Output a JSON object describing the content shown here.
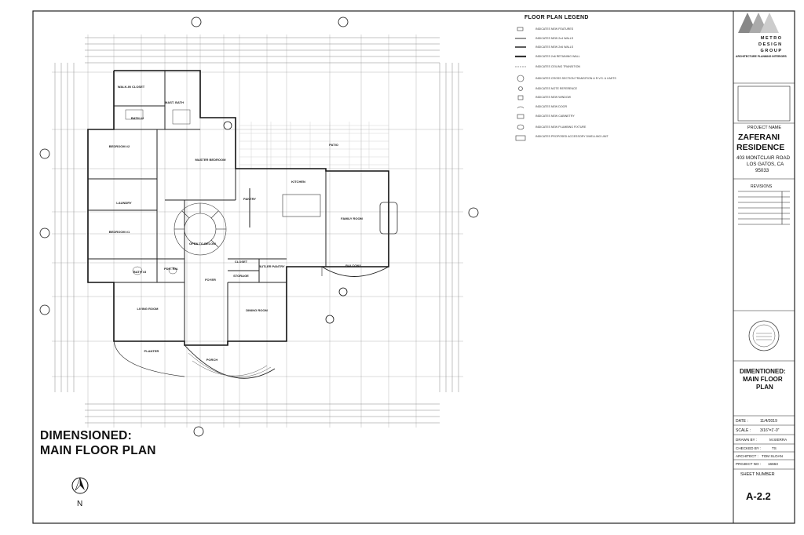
{
  "drawing": {
    "title_line1": "DIMENSIONED:",
    "title_line2": "MAIN FLOOR PLAN",
    "north_label": "N"
  },
  "legend": {
    "title": "FLOOR PLAN LEGEND",
    "items": [
      "INDICATES NEW FEATURES",
      "INDICATES NEW 2x4 WALLS",
      "INDICATES NEW 2x6 WALLS",
      "INDICATES 2x6 RETAINING WALL",
      "INDICATES CEILING TRANSITION",
      "INDICATES CROSS SECTION TRANSITION & R.V.S. & LIMITS",
      "INDICATES NOTE REFERENCE",
      "INDICATES NEW WINDOW",
      "INDICATES NEW DOOR",
      "INDICATES NEW CABINETRY",
      "INDICATES NEW PLUMBING FIXTURE",
      "INDICATES PROPOSED ACCESSORY DWELLING UNIT"
    ]
  },
  "rooms": [
    "WALK-IN CLOSET",
    "MAST. BATH",
    "BATH #2",
    "BEDROOM #2",
    "MASTER BEDROOM",
    "PATIO",
    "KITCHEN",
    "LAUNDRY",
    "PANTRY",
    "FAMILY ROOM",
    "BEDROOM #1",
    "OPEN TO BELOW",
    "CLOSET",
    "BALCONY",
    "BATH #3",
    "PDR. RM.",
    "FOYER",
    "STORAGE",
    "BUTLER PANTRY",
    "LIVING ROOM",
    "DINING ROOM",
    "PLANTER",
    "PORCH"
  ],
  "title_block": {
    "firm_line1": "METRO",
    "firm_line2": "DESIGN",
    "firm_line3": "GROUP",
    "firm_tagline": "ARCHITECTURE PLANNING INTERIORS",
    "project_name_label": "PROJECT NAME",
    "project_name_line1": "ZAFERANI",
    "project_name_line2": "RESIDENCE",
    "address_line1": "403 MONTCLAIR ROAD",
    "address_line2": "LOS GATOS, CA",
    "address_line3": "95033",
    "revisions_label": "REVISIONS",
    "sheet_title_line1": "DIMENTIONED:",
    "sheet_title_line2": "MAIN FLOOR",
    "sheet_title_line3": "PLAN",
    "date_label": "DATE :",
    "date_value": "11/4/2019",
    "scale_label": "SCALE :",
    "scale_value": "3/16\"=1'-0\"",
    "drawn_label": "DRAWN BY :",
    "drawn_value": "M.SIERRA",
    "checked_label": "CHECKED BY :",
    "checked_value": "TS",
    "architect_label": "ARCHITECT :",
    "architect_value": "TOM SLOAN",
    "project_no_label": "PROJECT NO :",
    "project_no_value": "16663",
    "sheet_number_label": "SHEET NUMBER",
    "sheet_number": "A-2.2"
  }
}
